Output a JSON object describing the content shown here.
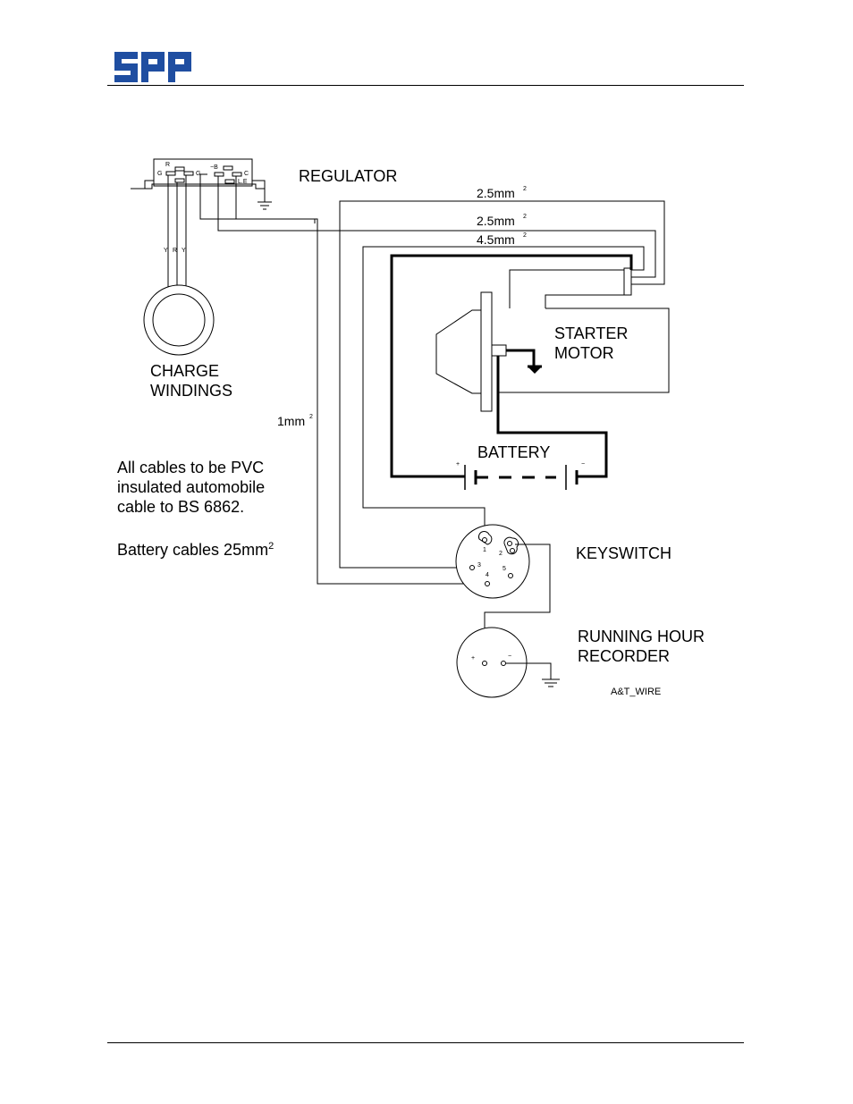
{
  "header": {
    "logo_text": "spp"
  },
  "labels": {
    "regulator": "REGULATOR",
    "charge_windings_line1": "CHARGE",
    "charge_windings_line2": "WINDINGS",
    "starter_motor_line1": "STARTER",
    "starter_motor_line2": "MOTOR",
    "battery": "BATTERY",
    "keyswitch": "KEYSWITCH",
    "running_hour_line1": "RUNNING HOUR",
    "running_hour_line2": "RECORDER",
    "drawing_ref": "A&T_WIRE"
  },
  "wire_sizes": {
    "w1": "2.5mm",
    "w2": "2.5mm",
    "w3": "4.5mm",
    "w4": "1mm",
    "sup": "2"
  },
  "regulator_terminals": {
    "r": "R",
    "g_left": "G",
    "g_right": "G",
    "neg_b": "−B",
    "c": "C",
    "le": "L.E"
  },
  "winding_wires": {
    "y1": "Y",
    "r": "R",
    "y2": "Y"
  },
  "battery_terminals": {
    "plus": "+",
    "minus": "−"
  },
  "keyswitch_terminals": {
    "t1": "1",
    "t2": "2",
    "t3": "3",
    "t4": "4",
    "t5": "5"
  },
  "recorder_terminals": {
    "plus": "+",
    "minus": "−"
  },
  "notes": {
    "line1": "All cables to be PVC",
    "line2": "insulated automobile",
    "line3": "cable to BS 6862.",
    "line4": "Battery cables 25mm",
    "line4_sup": "2"
  }
}
